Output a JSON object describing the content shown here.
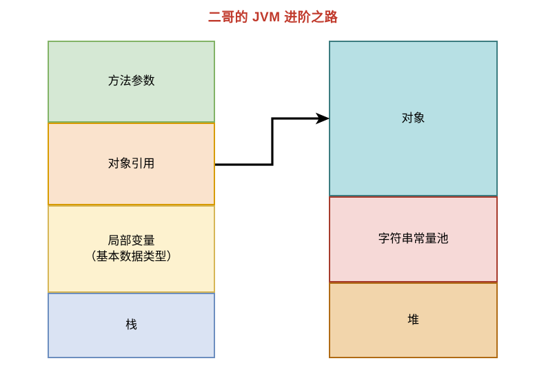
{
  "title": "二哥的 JVM 进阶之路",
  "colors": {
    "title": "#c0392b",
    "green_fill": "#d5e8d4",
    "green_stroke": "#82b366",
    "orange_fill": "#fae3cd",
    "orange_stroke": "#d79b00",
    "yellow_fill": "#fdf2cf",
    "yellow_stroke": "#d6b656",
    "blue_fill": "#dae3f3",
    "blue_stroke": "#6c8ebf",
    "teal_fill": "#b7e0e4",
    "teal_stroke": "#3b7c80",
    "pink_fill": "#f6d9d7",
    "pink_stroke": "#a63a2b",
    "tan_fill": "#f2d5ab",
    "tan_stroke": "#b06b14",
    "arrow": "#000000"
  },
  "left_column": {
    "name": "栈",
    "segments": [
      {
        "label": "方法参数"
      },
      {
        "label": "对象引用"
      },
      {
        "label": "局部变量\n（基本数据类型）"
      },
      {
        "label": "栈"
      }
    ]
  },
  "right_column": {
    "name": "堆",
    "segments": [
      {
        "label": "对象"
      },
      {
        "label": "字符串常量池"
      },
      {
        "label": "堆"
      }
    ]
  },
  "connector": {
    "from": "对象引用",
    "to": "对象",
    "arrowhead": "arrow-right"
  }
}
